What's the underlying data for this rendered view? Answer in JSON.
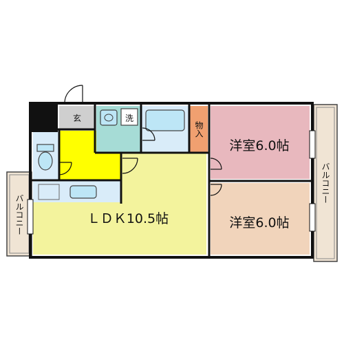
{
  "labels": {
    "genkan": "玄",
    "sentaku": "洗",
    "mono": "物入",
    "yoshitsu_a": "洋室6.0帖",
    "yoshitsu_b": "洋室6.0帖",
    "ldk": "ＬＤＫ10.5帖",
    "balcony_right": "バルコニー",
    "balcony_left": "バルコニー"
  },
  "colors": {
    "wall": "#111111",
    "ldk": "#f3f39d",
    "yoshitsu_a": "#e8b8be",
    "yoshitsu_b": "#f1d4bb",
    "genkan_hall": "#ffff00",
    "genkan": "#cfcfcf",
    "wash": "#a6dcd6",
    "bath": "#d9ecf9",
    "closet": "#f0a070",
    "balcony": "#f0e4d4",
    "fixture": "#bde6f6"
  }
}
